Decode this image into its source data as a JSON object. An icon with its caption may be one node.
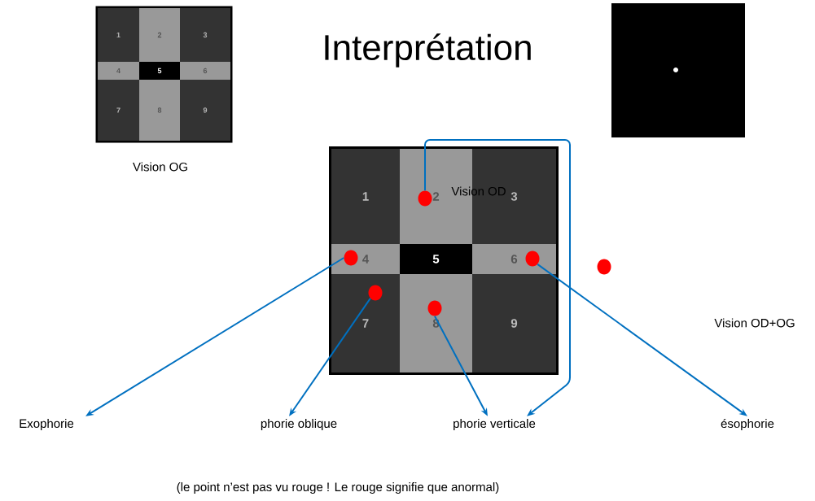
{
  "diagram": {
    "title": "Interprétation",
    "nodes": [
      {
        "text": [
          "1"
        ]
      },
      {
        "text": [
          "2"
        ]
      },
      {
        "text": [
          "3"
        ]
      },
      {
        "text": [
          "4"
        ]
      },
      {
        "text": [
          "5"
        ]
      },
      {
        "text": [
          "6"
        ]
      },
      {
        "text": [
          "7"
        ]
      },
      {
        "text": [
          "8"
        ]
      },
      {
        "text": [
          "9"
        ]
      },
      {
        "text": [
          "1"
        ]
      },
      {
        "text": [
          "2"
        ]
      },
      {
        "text": [
          "3"
        ]
      },
      {
        "text": [
          "4"
        ]
      },
      {
        "text": [
          "5"
        ]
      },
      {
        "text": [
          "6"
        ]
      },
      {
        "text": [
          "7"
        ]
      },
      {
        "text": [
          "8"
        ]
      },
      {
        "text": [
          "9"
        ]
      },
      {
        "text": [],
        "shape": "circle",
        "in": 10
      },
      {
        "text": [],
        "shape": "circle",
        "in": 12
      },
      {
        "text": [],
        "shape": "circle",
        "in": 14
      },
      {
        "text": [],
        "shape": "circle",
        "in": 15
      },
      {
        "text": [],
        "shape": "circle",
        "in": 16
      },
      {
        "text": [],
        "shape": "circle"
      },
      {
        "text": [
          "Exophorie"
        ]
      },
      {
        "text": [
          "phorie oblique"
        ]
      },
      {
        "text": [
          "phorie verticale"
        ]
      },
      {
        "text": [
          "ésophorie"
        ]
      }
    ],
    "edges": [
      {
        "from": 19,
        "to": 24,
        "arrow": "to"
      },
      {
        "from": 21,
        "to": 25,
        "arrow": "to"
      },
      {
        "from": 22,
        "to": 26,
        "arrow": "to"
      },
      {
        "from": 18,
        "to": 26,
        "arrow": "to"
      },
      {
        "from": 20,
        "to": 27,
        "arrow": "to"
      }
    ],
    "labels": [
      "Vision OG",
      "Vision OD",
      "Vision OD+OG",
      "(le point n’est pas vu rouge ! Le rouge signifie que anormal)"
    ]
  }
}
